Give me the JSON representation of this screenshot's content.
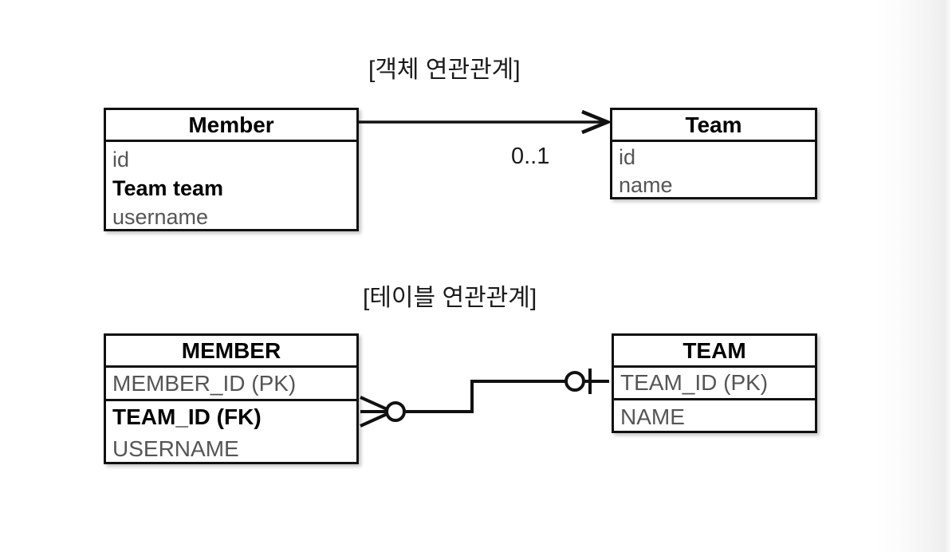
{
  "slide": {
    "background_color": "#ffffff",
    "line_color": "#111111",
    "field_text_color": "#555555"
  },
  "object_section": {
    "title": "[객체 연관관계]",
    "member": {
      "header": "Member",
      "fields": [
        {
          "label": "id",
          "bold": false
        },
        {
          "label": "Team team",
          "bold": true
        },
        {
          "label": "username",
          "bold": false
        }
      ]
    },
    "team": {
      "header": "Team",
      "fields": [
        {
          "label": "id",
          "bold": false
        },
        {
          "label": "name",
          "bold": false
        }
      ]
    },
    "association": {
      "multiplicity": "0..1",
      "direction": "Member -> Team",
      "arrow_style": "open-arrowhead"
    }
  },
  "table_section": {
    "title": "[테이블 연관관계]",
    "member_table": {
      "header": "MEMBER",
      "columns": [
        {
          "label": "MEMBER_ID (PK)",
          "bold": false
        },
        {
          "label": "TEAM_ID (FK)",
          "bold": true
        },
        {
          "label": "USERNAME",
          "bold": false
        }
      ]
    },
    "team_table": {
      "header": "TEAM",
      "columns": [
        {
          "label": "TEAM_ID (PK)",
          "bold": false
        },
        {
          "label": "NAME",
          "bold": false
        }
      ]
    },
    "relationship": {
      "member_side_notation": "zero-or-many (crows-foot with circle)",
      "team_side_notation": "zero-or-one (circle with bar)"
    }
  }
}
